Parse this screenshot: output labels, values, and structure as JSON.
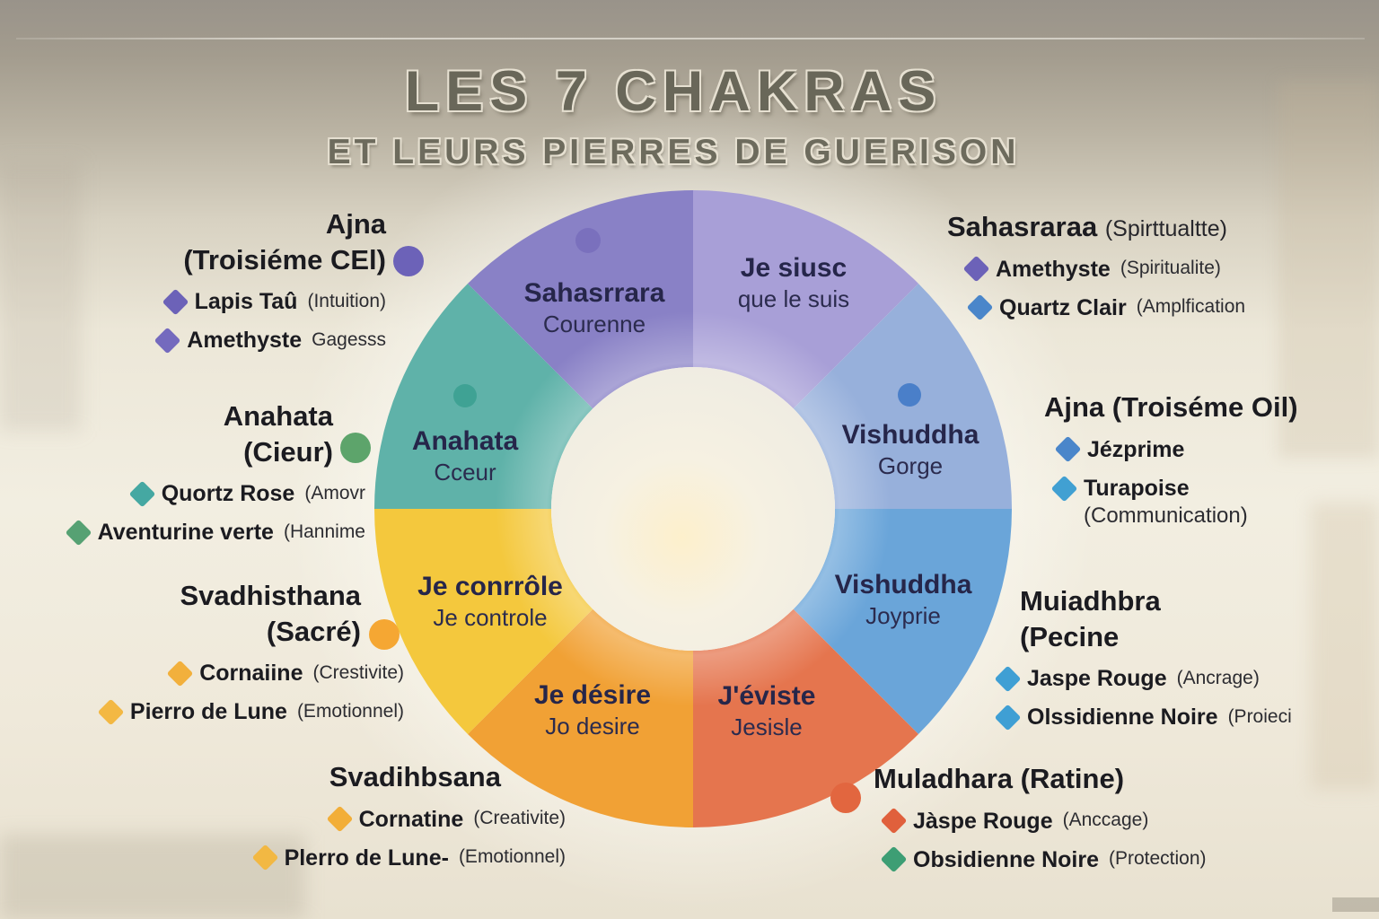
{
  "title": {
    "line1": "LES 7 CHAKRAS",
    "line2": "ET LEURS PIERRES DE GUERISON"
  },
  "wheel": {
    "segments": [
      {
        "name": "Je siusc",
        "sub": "que le suis",
        "color": "#a89fd7"
      },
      {
        "name": "Vishuddha",
        "sub": "Gorge",
        "color": "#97b0db",
        "dot_color": "#4a7fc9"
      },
      {
        "name": "Vishuddha",
        "sub": "Joyprie",
        "color": "#6aa5d9"
      },
      {
        "name": "J'éviste",
        "sub": "Jesisle",
        "color": "#e5754e"
      },
      {
        "name": "Je désire",
        "sub": "Jo desire",
        "color": "#f1a135"
      },
      {
        "name": "Je conrrôle",
        "sub": "Je controle",
        "color": "#f4c83d"
      },
      {
        "name": "Anahata",
        "sub": "Cceur",
        "color": "#5fb2a9",
        "dot_color": "#3fa294"
      },
      {
        "name": "Sahasrrara",
        "sub": "Courenne",
        "color": "#8981c6",
        "dot_color": "#7a70bd"
      }
    ]
  },
  "left_blocks": [
    {
      "heading": "Ajna",
      "heading2": "(Troisiéme CEl)",
      "bullet_color": "#6c62b8",
      "stones": [
        {
          "name": "Lapis Taû",
          "detail": "(Intuition)",
          "color": "#6c62b8"
        },
        {
          "name": "Amethyste",
          "detail": "Gagesss",
          "color": "#746abe"
        }
      ]
    },
    {
      "heading": "Anahata",
      "heading2": "(Cieur)",
      "bullet_color": "#5da46b",
      "stones": [
        {
          "name": "Quortz Rose",
          "detail": "(Amovr",
          "color": "#45a8a2"
        },
        {
          "name": "Aventurine verte",
          "detail": "(Hannime",
          "color": "#56a173"
        }
      ]
    },
    {
      "heading": "Svadhisthana",
      "heading2": "(Sacré)",
      "bullet_color": "#f5a733",
      "stones": [
        {
          "name": "Cornaiine",
          "detail": "(Crestivite)",
          "color": "#f2b03c"
        },
        {
          "name": "Pierro de Lune",
          "detail": "(Emotionnel)",
          "color": "#f3b843"
        }
      ]
    },
    {
      "heading": "Svadihbsana",
      "heading2": "",
      "bullet_color": "",
      "stones": [
        {
          "name": "Cornatine",
          "detail": "(Creativite)",
          "color": "#f2ae38"
        },
        {
          "name": "Plerro de Lune-",
          "detail": "(Emotionnel)",
          "color": "#f2b843"
        }
      ]
    }
  ],
  "right_blocks": [
    {
      "heading": "Sahasraraa",
      "heading_detail": "(Spirttualtte)",
      "stones": [
        {
          "name": "Amethyste",
          "detail": "(Spiritualite)",
          "color": "#6c62b8"
        },
        {
          "name": "Quartz Clair",
          "detail": "(Amplfication",
          "color": "#4a86ca"
        }
      ]
    },
    {
      "heading": "Ajna (Troiséme Oil)",
      "stones": [
        {
          "name": "Jézprime",
          "detail": "",
          "color": "#4a86ca"
        },
        {
          "name": "Turapoise",
          "detail": "(Communication)",
          "color": "#41a0d2"
        }
      ]
    },
    {
      "heading": "Muiadhbra",
      "heading2": "(Pecine",
      "stones": [
        {
          "name": "Jaspe Rouge",
          "detail": "(Ancrage)",
          "color": "#3f9fd4"
        },
        {
          "name": "Olssidienne Noire",
          "detail": "(Proieci",
          "color": "#3f9fd4"
        }
      ]
    },
    {
      "heading": "Muladhara (Ratine)",
      "bullet_color": "#e2663f",
      "stones": [
        {
          "name": "Jàspe Rouge",
          "detail": "(Anccage)",
          "color": "#e0603c"
        },
        {
          "name": "Obsidienne Noire",
          "detail": "(Protection)",
          "color": "#3d9e74"
        }
      ]
    }
  ]
}
